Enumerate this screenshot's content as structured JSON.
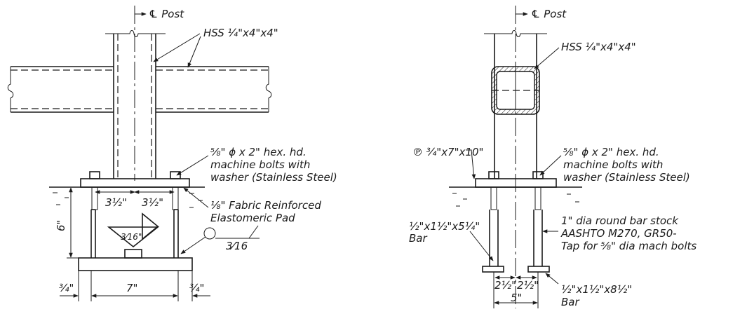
{
  "left": {
    "centerline": "℄ Post",
    "hss": "HSS ¼\"x4\"x4\"",
    "bolt": [
      "⅝\"  ϕ x 2\" hex. hd.",
      "machine bolts with",
      "washer (Stainless Steel)"
    ],
    "pad": [
      "⅛\" Fabric Reinforced",
      "Elastomeric Pad"
    ],
    "dim_3_5_a": "3½\"",
    "dim_3_5_b": "3½\"",
    "dim_6": "6\"",
    "weld_3_16": "3⁄16\"",
    "weld_3_16_b": "3⁄16",
    "dim_34_a": "¾\"",
    "dim_7": "7\"",
    "dim_34_b": "¾\""
  },
  "right": {
    "centerline": "℄ Post",
    "hss": "HSS ¼\"x4\"x4\"",
    "plate": "℗ ¾\"x7\"x10\"",
    "bolt": [
      "⅝\"  ϕ x 2\" hex. hd.",
      "machine bolts with",
      "washer (Stainless Steel)"
    ],
    "bar_a": [
      "½\"x1½\"x5¼\"",
      "Bar"
    ],
    "round_bar": [
      "1\" dia round bar stock",
      "AASHTO M270, GR50-",
      "Tap for ⅝\" dia mach bolts"
    ],
    "dim_25_a": "2½\"",
    "dim_25_b": "2½\"",
    "dim_5": "5\"",
    "bar_b": [
      "½\"x1½\"x8½\"",
      "Bar"
    ]
  }
}
